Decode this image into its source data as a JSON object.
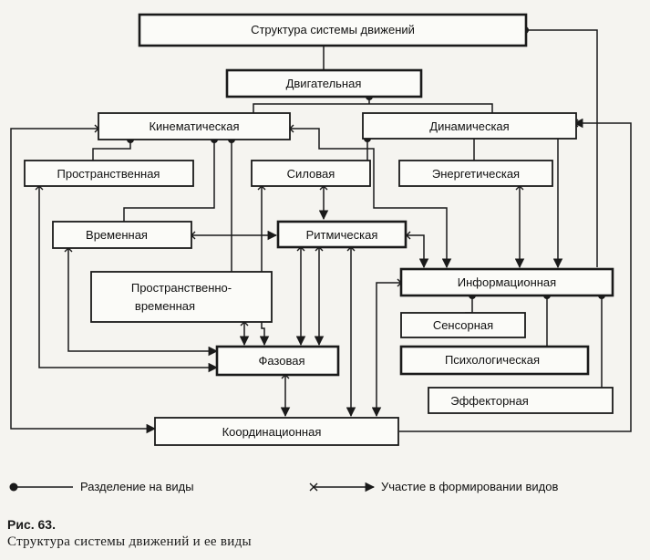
{
  "boxes": {
    "structure": "Структура системы движений",
    "motor": "Двигательная",
    "kinematic": "Кинематическая",
    "dynamic": "Динамическая",
    "spatial": "Пространственная",
    "force": "Силовая",
    "energetic": "Энергетическая",
    "temporal": "Временная",
    "rhythmic": "Ритмическая",
    "informational": "Информационная",
    "spatiotemporal_line1": "Пространственно-",
    "spatiotemporal_line2": "временная",
    "sensory": "Сенсорная",
    "psychological": "Психологическая",
    "phase": "Фазовая",
    "effector": "Эффекторная",
    "coordination": "Координационная"
  },
  "legend": {
    "division": "Разделение на виды",
    "participation": "Участие в формировании видов"
  },
  "caption": {
    "figure_number": "Рис. 63.",
    "title": "Структура системы движений и ее виды"
  }
}
